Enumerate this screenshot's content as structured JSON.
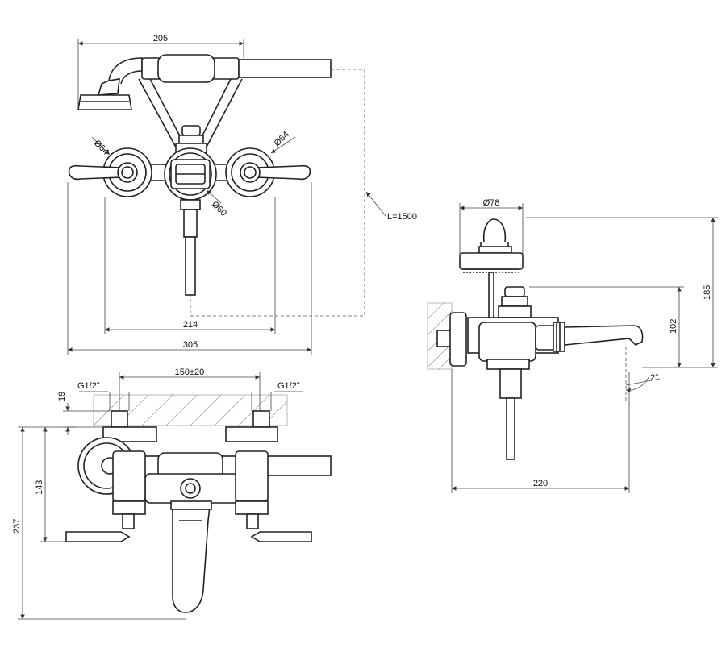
{
  "colors": {
    "line": "#222222",
    "dimension": "#444444",
    "background": "#ffffff"
  },
  "views": {
    "front": {
      "width_shower": "205",
      "dia_left": "Ø64",
      "dia_right": "Ø64",
      "dia_center": "Ø60",
      "hose_length": "L=1500",
      "width_inner": "214",
      "width_total": "305"
    },
    "top": {
      "thread_left": "G1/2\"",
      "thread_right": "G1/2\"",
      "center_distance": "150±20",
      "depth_wall": "19",
      "depth_body": "143",
      "depth_total": "237"
    },
    "side": {
      "dia_shower": "Ø78",
      "height_total": "185",
      "height_spout": "102",
      "angle": "2°",
      "projection": "220"
    }
  }
}
